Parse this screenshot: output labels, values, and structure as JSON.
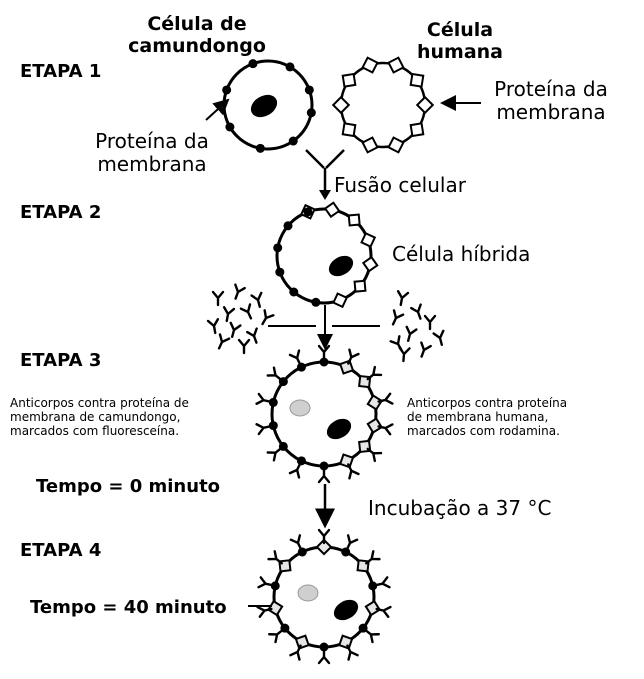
{
  "steps": {
    "step1": "ETAPA 1",
    "step2": "ETAPA 2",
    "step3": "ETAPA 3",
    "step4": "ETAPA 4"
  },
  "labels": {
    "mouse_cell_line1": "Célula de",
    "mouse_cell_line2": "camundongo",
    "human_cell_line1": "Célula",
    "human_cell_line2": "humana",
    "mouse_protein_line1": "Proteína da",
    "mouse_protein_line2": "membrana",
    "human_protein_line1": "Proteína da",
    "human_protein_line2": "membrana",
    "fusion": "Fusão celular",
    "hybrid": "Célula híbrida",
    "anti_mouse_line1": "Anticorpos contra proteína de",
    "anti_mouse_line2": "membrana de camundongo,",
    "anti_mouse_line3": "marcados com fluoresceína.",
    "anti_human_line1": "Anticorpos contra proteína",
    "anti_human_line2": "de membrana humana,",
    "anti_human_line3": "marcados com rodamina.",
    "time0": "Tempo = 0 minuto",
    "incubation": "Incubação a 37 °C",
    "time40": "Tempo = 40 minuto"
  }
}
